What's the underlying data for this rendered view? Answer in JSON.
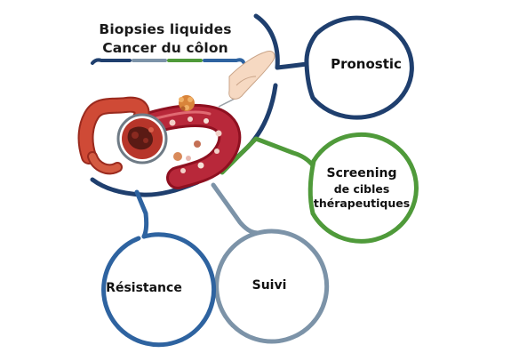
{
  "title": {
    "line1": "Biopsies liquides",
    "line2": "Cancer du côlon"
  },
  "nodes": {
    "pronostic": {
      "label": "Pronostic"
    },
    "screening": {
      "line1": "Screening",
      "line2": "de cibles",
      "line3": "thérapeutiques"
    },
    "resistance": {
      "label": "Résistance"
    },
    "suivi": {
      "label": "Suivi"
    }
  },
  "colors": {
    "navy": "#1f3f6e",
    "green": "#4f9a3a",
    "slate": "#7c93a8",
    "blue": "#2e63a0",
    "blood": "#a8182a",
    "colon": "#c0392b"
  },
  "icons": {
    "hand": "hand-with-syringe-icon",
    "colon": "colon-illustration",
    "tumor": "tumor-magnified-icon",
    "vessel": "blood-vessel-icon",
    "cells": "circulating-tumor-cell-icon"
  }
}
